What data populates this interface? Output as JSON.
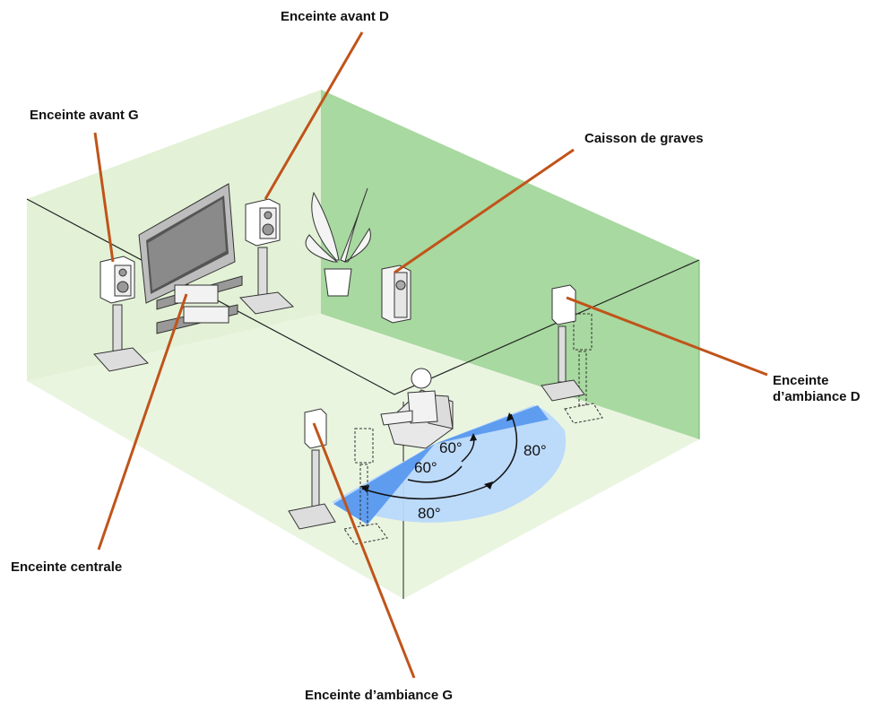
{
  "labels": {
    "front_right": "Enceinte avant D",
    "front_left": "Enceinte avant G",
    "subwoofer": "Caisson de graves",
    "surround_right_line1": "Enceinte",
    "surround_right_line2": "d’ambiance D",
    "center": "Enceinte centrale",
    "surround_left": "Enceinte d’ambiance G"
  },
  "angles": {
    "inner_right": "60°",
    "inner_left": "60°",
    "outer_right": "80°",
    "outer_left": "80°"
  },
  "colors": {
    "room_back_wall": "#e3f2d6",
    "room_right_wall": "#a8d9a0",
    "room_floor": "#eaf5e0",
    "leader_line": "#c0541a",
    "zone_outer": "#b9d8fb",
    "zone_inner": "#5e9cf0"
  }
}
